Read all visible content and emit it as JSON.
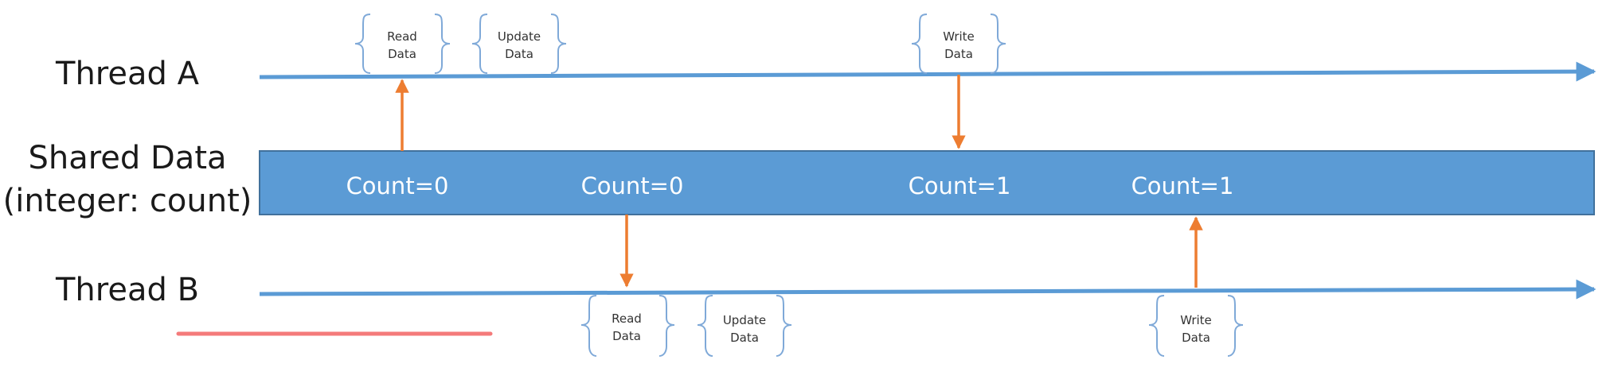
{
  "rows": {
    "thread_a": "Thread A",
    "shared_line1": "Shared Data",
    "shared_line2": "(integer: count)",
    "thread_b": "Thread B"
  },
  "shared_values": [
    "Count=0",
    "Count=0",
    "Count=1",
    "Count=1"
  ],
  "thread_a_ops": [
    {
      "line1": "Read",
      "line2": "Data"
    },
    {
      "line1": "Update",
      "line2": "Data"
    },
    {
      "line1": "Write",
      "line2": "Data"
    }
  ],
  "thread_b_ops": [
    {
      "line1": "Read",
      "line2": "Data"
    },
    {
      "line1": "Update",
      "line2": "Data"
    },
    {
      "line1": "Write",
      "line2": "Data"
    }
  ],
  "colors": {
    "timeline": "#5b9bd5",
    "shared_bar": "#5b9bd5",
    "shared_bar_border": "#41719c",
    "access_arrow": "#ed7d31",
    "brace": "#7fa9d8",
    "underline": "#f47a7a"
  }
}
